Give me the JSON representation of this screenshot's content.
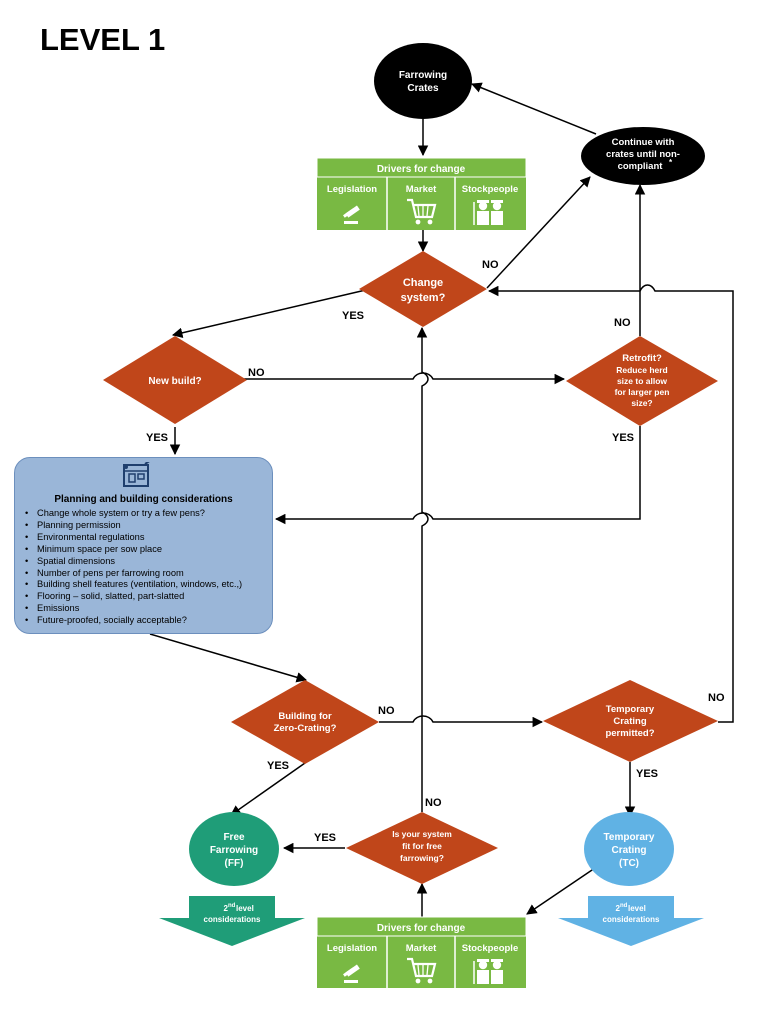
{
  "page_title": "LEVEL 1",
  "nodes": {
    "farrowing_crates": [
      "Farrowing",
      "Crates"
    ],
    "continue_crates": [
      "Continue with",
      "crates until non-",
      "compliant"
    ],
    "continue_crates_mark": "*",
    "change_system": [
      "Change",
      "system?"
    ],
    "new_build": "New build?",
    "retrofit": [
      "Retrofit?",
      "Reduce herd",
      "size to allow",
      "for larger pen",
      "size?"
    ],
    "building_zero": [
      "Building for",
      "Zero-Crating?"
    ],
    "temp_crating_permitted": [
      "Temporary",
      "Crating",
      "permitted?"
    ],
    "free_farrowing": [
      "Free",
      "Farrowing",
      "(FF)"
    ],
    "fit_for_ff": [
      "Is your system",
      "fit for free",
      "farrowing?"
    ],
    "temporary_crating": [
      "Temporary",
      "Crating",
      "(TC)"
    ]
  },
  "drivers_top": {
    "title": "Drivers for change",
    "labels": [
      "Legislation",
      "Market",
      "Stockpeople"
    ]
  },
  "drivers_bottom": {
    "title": "Drivers for change",
    "labels": [
      "Legislation",
      "Market",
      "Stockpeople"
    ]
  },
  "planning": {
    "title": "Planning and building considerations",
    "items": [
      "Change whole system or try a few pens?",
      "Planning permission",
      "Environmental regulations",
      "Minimum space per sow place",
      "Spatial dimensions",
      "Number of pens per farrowing room",
      "Building shell features (ventilation, windows, etc.,)",
      "Flooring – solid, slatted, part-slatted",
      "Emissions",
      "Future-proofed, socially acceptable?"
    ]
  },
  "arrows_2nd": {
    "left": {
      "sup": "nd",
      "lines": [
        "2",
        "level",
        "considerations"
      ]
    },
    "right": {
      "sup": "nd",
      "lines": [
        "2",
        "level",
        "considerations"
      ]
    }
  },
  "edge_labels": {
    "change_no": "NO",
    "change_yes": "YES",
    "newbuild_no": "NO",
    "newbuild_yes": "YES",
    "retrofit_no": "NO",
    "retrofit_yes": "YES",
    "zero_no": "NO",
    "zero_yes": "YES",
    "temp_no": "NO",
    "temp_yes": "YES",
    "fit_no": "NO",
    "fit_yes": "YES"
  },
  "colors": {
    "diamond": "#c0461a",
    "driver_green": "#79b943",
    "ff_green": "#1f9d78",
    "tc_blue": "#60b2e4",
    "planning_blue": "#9ab6d8",
    "line": "#000000"
  }
}
